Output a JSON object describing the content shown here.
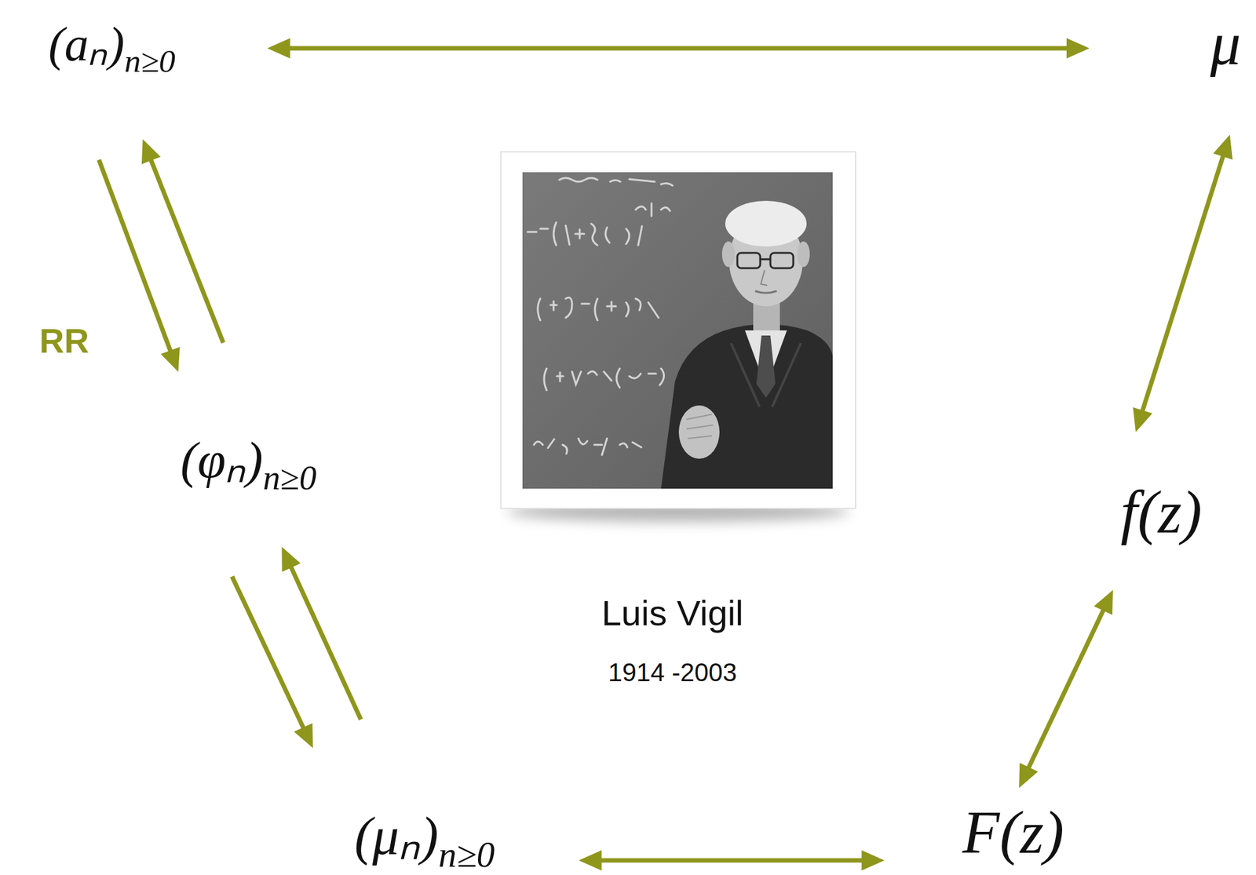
{
  "diagram": {
    "nodes": [
      {
        "text": [
          "(aₙ)",
          "n≥0"
        ]
      },
      {
        "text": [
          "μ"
        ]
      },
      {
        "text": [
          "(φₙ)",
          "n≥0"
        ]
      },
      {
        "text": [
          "f(z)"
        ]
      },
      {
        "text": [
          "(μₙ)",
          "n≥0"
        ]
      },
      {
        "text": [
          "F(z)"
        ]
      }
    ],
    "edges": [
      {
        "from": 0,
        "to": 1,
        "arrow": "both"
      },
      {
        "from": 0,
        "to": 2,
        "label": "RR",
        "arrow": "to"
      },
      {
        "from": 2,
        "to": 0,
        "arrow": "to"
      },
      {
        "from": 2,
        "to": 4,
        "arrow": "to"
      },
      {
        "from": 4,
        "to": 2,
        "arrow": "to"
      },
      {
        "from": 4,
        "to": 5,
        "arrow": "both"
      },
      {
        "from": 5,
        "to": 3,
        "arrow": "both"
      },
      {
        "from": 3,
        "to": 1,
        "arrow": "both"
      }
    ],
    "labels": [
      "Luis Vigil",
      "1914 -2003"
    ]
  }
}
